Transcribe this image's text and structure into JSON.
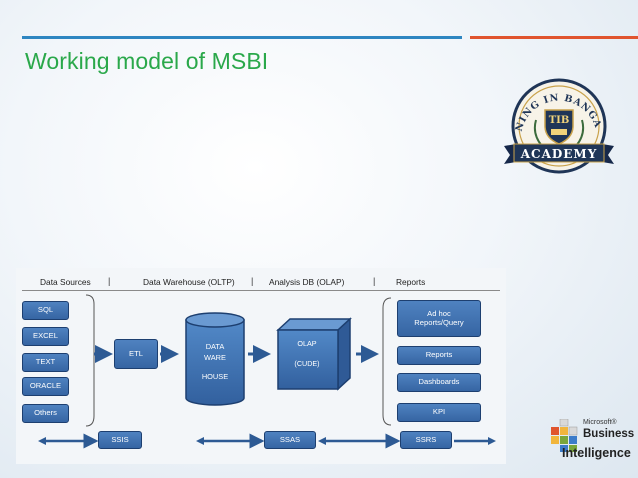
{
  "slide": {
    "title": "Working model of MSBI",
    "accent_colors": {
      "title": "#2aa84a",
      "line_left": "#2e86c1",
      "line_right": "#e0542e"
    }
  },
  "logo": {
    "arc_text": "TRAINING IN BANGALORE",
    "monogram": "TIB",
    "banner": "ACADEMY",
    "colors": {
      "primary": "#1f3557",
      "accent": "#c9a24b"
    }
  },
  "diagram": {
    "headers": {
      "data_sources": "Data Sources",
      "warehouse": "Data Warehouse (OLTP)",
      "analysis": "Analysis DB (OLAP)",
      "reports": "Reports",
      "separator": "|"
    },
    "sources": [
      "SQL",
      "EXCEL",
      "TEXT",
      "ORACLE",
      "Others"
    ],
    "etl": "ETL",
    "warehouse_lines": [
      "DATA",
      "WARE",
      "HOUSE"
    ],
    "olap_lines": [
      "OLAP",
      "(CUDE)"
    ],
    "report_items": [
      "Ad hoc\nReports/Query",
      "Reports",
      "Dashboards",
      "KPI"
    ],
    "services": [
      "SSIS",
      "SSAS",
      "SSRS"
    ],
    "box_color": "#4472b4"
  },
  "msbi_logo": {
    "line1": "Microsoft®",
    "line2": "Business",
    "line3": "Intelligence"
  }
}
